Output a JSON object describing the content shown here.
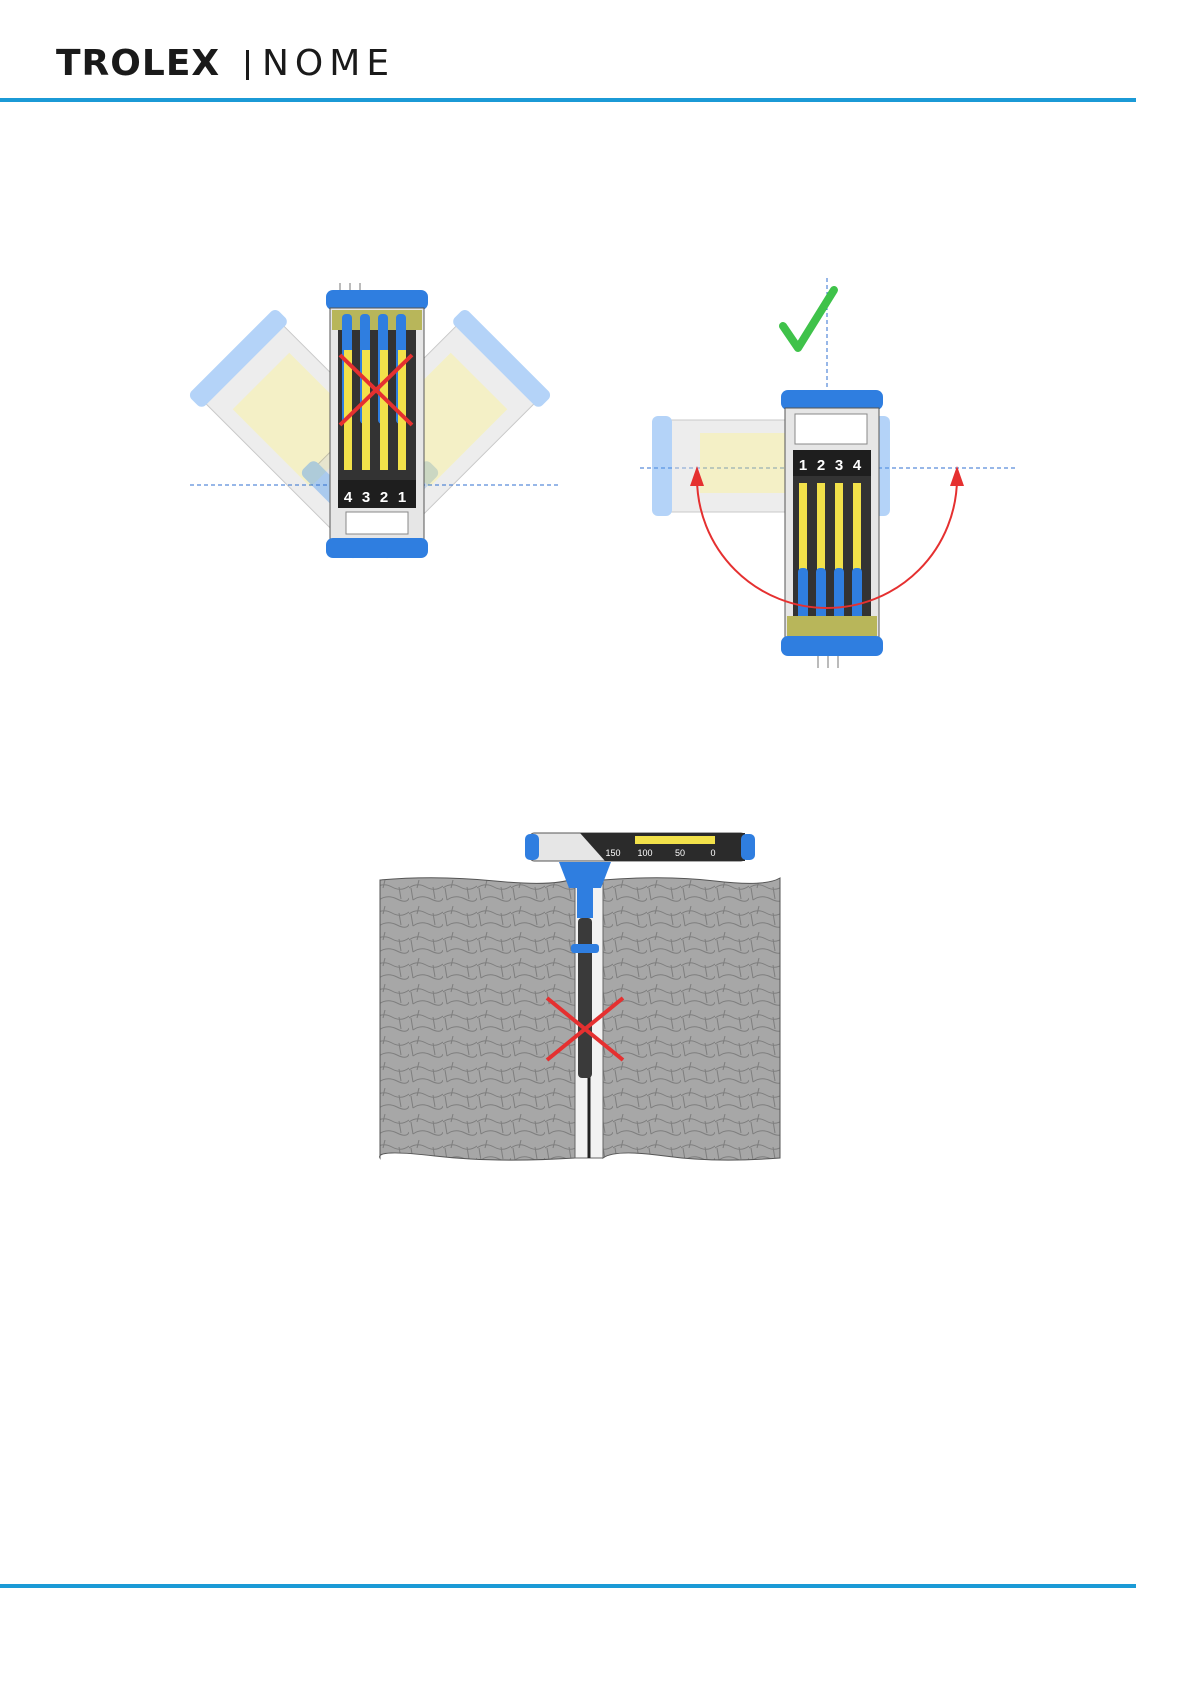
{
  "header": {
    "brand_primary": "TROLEX",
    "brand_secondary": "NOME"
  },
  "colors": {
    "accent": "#1b9ad6",
    "device_blue": "#2f7ee0",
    "terminal_yellow": "#f2e14a",
    "reject_red": "#e53030",
    "approve_green": "#3fc24a",
    "rock_grey": "#a7a7a7"
  },
  "figure_left": {
    "status": "incorrect",
    "terminal_labels": [
      "4",
      "3",
      "2",
      "1"
    ]
  },
  "figure_right": {
    "status": "correct",
    "terminal_labels": [
      "1",
      "2",
      "3",
      "4"
    ]
  },
  "figure_borehole": {
    "status": "incorrect",
    "scale_labels": [
      "150",
      "100",
      "50",
      "0"
    ]
  }
}
